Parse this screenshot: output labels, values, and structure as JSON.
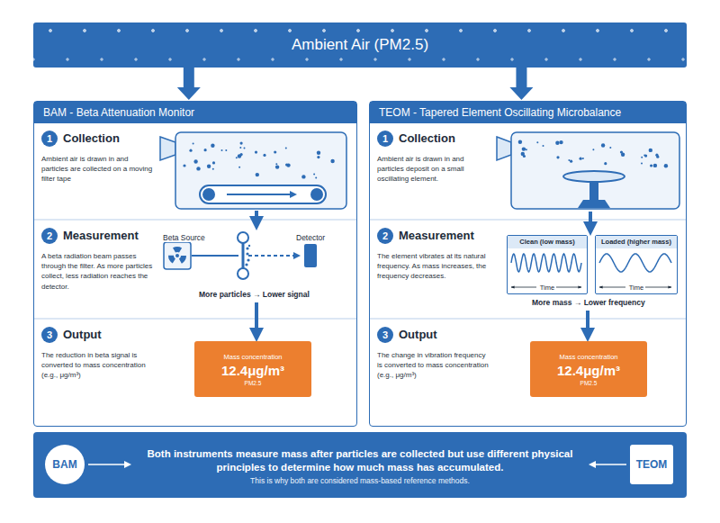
{
  "diagram": {
    "nodes": [
      {
        "text": [
          "Ambient Air (PM2.5)"
        ]
      },
      {
        "text": [
          "BAM - Beta Attenuation Monitor"
        ]
      },
      {
        "text": [
          "Collection",
          "Ambient air is drawn in and particles are collected on a moving filter tape"
        ],
        "in": 1
      },
      {
        "text": [
          "1"
        ],
        "in": 2
      },
      {
        "text": [
          "Measurement",
          "A beta radiation beam passes through the filter. As more particles collect, less radiation reaches the detector."
        ],
        "in": 1
      },
      {
        "text": [
          "2"
        ],
        "in": 4
      },
      {
        "text": [
          "Output",
          "The reduction in beta signal is converted to mass concentration (e.g., μg/m³)"
        ],
        "in": 1
      },
      {
        "text": [
          "3"
        ],
        "in": 6
      },
      {
        "text": [
          "Mass concentration",
          "12.4μg/m³",
          "PM2.5"
        ],
        "in": 1
      },
      {
        "text": [
          "TEOM - Tapered Element Oscillating Microbalance"
        ]
      },
      {
        "text": [
          "Collection",
          "Ambient air is drawn in and particles deposit on a small oscillating element."
        ],
        "in": 9
      },
      {
        "text": [
          "1"
        ],
        "in": 10
      },
      {
        "text": [
          "Measurement",
          "The element vibrates at its natural frequency. As mass increases, the frequency decreases."
        ],
        "in": 9
      },
      {
        "text": [
          "2"
        ],
        "in": 12
      },
      {
        "text": [
          "Clean (low mass)",
          "Time"
        ],
        "in": 9
      },
      {
        "text": [
          "Loaded (higher mass)",
          "Time"
        ],
        "in": 9
      },
      {
        "text": [
          "Output",
          "The change in vibration frequency is converted to mass concentration (e.g., μg/m³)"
        ],
        "in": 9
      },
      {
        "text": [
          "3"
        ],
        "in": 16
      },
      {
        "text": [
          "Mass concentration",
          "12.4μg/m³",
          "PM2.5"
        ],
        "in": 9
      },
      {
        "text": [
          "BAM"
        ]
      },
      {
        "text": [
          "Both instruments measure mass after particles are collected but use different physical principles to determine how much mass has accumulated.",
          "This is why both are considered mass-based reference methods."
        ]
      },
      {
        "text": [
          "TEOM"
        ]
      }
    ],
    "edges": [
      {
        "from": 0,
        "to": 1,
        "arrow": "to"
      },
      {
        "from": 0,
        "to": 9,
        "arrow": "to"
      },
      {
        "from": 19,
        "to": 20,
        "arrow": "to"
      },
      {
        "from": 21,
        "to": 20,
        "arrow": "to"
      }
    ],
    "labels": [
      "Beta Source",
      "Detector",
      "More particles → Lower signal",
      "More mass → Lower frequency"
    ]
  }
}
